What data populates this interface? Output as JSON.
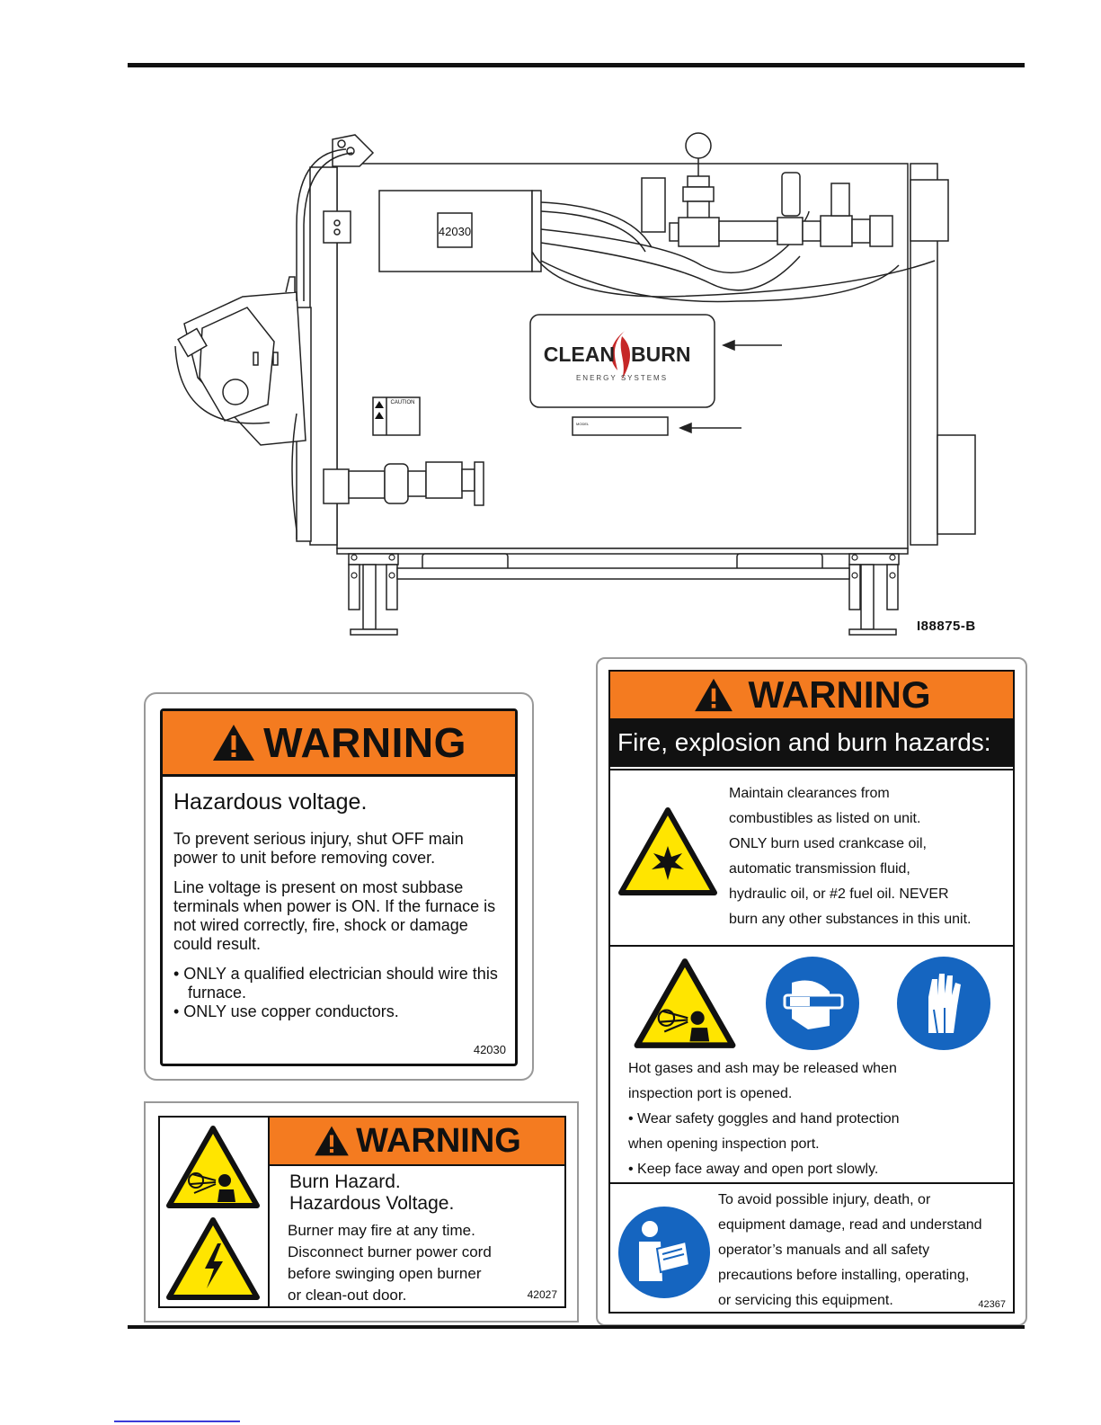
{
  "diagram": {
    "figure_id": "I88875-B",
    "decal_on_box": "42030",
    "logo_main_left": "CLEAN",
    "logo_main_right": "BURN",
    "logo_sub": "ENERGY SYSTEMS",
    "caution_decal": "CAUTION",
    "model_plate": "MODEL"
  },
  "label_hazardous_voltage": {
    "banner": "WARNING",
    "title": "Hazardous voltage.",
    "para1": "To prevent serious injury, shut OFF main power to unit before removing cover.",
    "para2": "Line voltage is present on most subbase terminals when power is ON. If the furnace is not wired correctly, fire, shock or damage could result.",
    "bullet1": "• ONLY a qualified electrician should wire this furnace.",
    "bullet2": "• ONLY use copper conductors.",
    "code": "42030"
  },
  "label_burn_hazard": {
    "banner": "WARNING",
    "title_line1": "Burn Hazard.",
    "title_line2": "Hazardous Voltage.",
    "line1": "Burner may fire at any time.",
    "line2": "Disconnect burner power cord",
    "line3": "before swinging open burner",
    "line4": "or clean-out door.",
    "code": "42027"
  },
  "label_fire_explosion": {
    "banner": "WARNING",
    "subtitle": "Fire, explosion and burn hazards:",
    "sec1_lines": [
      "Maintain clearances from",
      "combustibles as listed on unit.",
      "ONLY burn used crankcase oil,",
      "automatic transmission fluid,",
      "hydraulic oil, or #2 fuel oil.  NEVER",
      "burn any other substances in this unit."
    ],
    "sec2_lines": [
      "Hot gases and ash may be released when",
      "inspection port is opened.",
      "• Wear safety goggles and hand protection",
      "when opening inspection port.",
      "• Keep face away and open port slowly."
    ],
    "sec3_lines": [
      "To avoid possible injury, death, or",
      "equipment damage, read and understand",
      "operator’s manuals and all safety",
      "precautions before installing, operating,",
      "or servicing this equipment."
    ],
    "code": "42367"
  },
  "colors": {
    "warning_orange": "#f47b20",
    "hazard_yellow": "#ffe500",
    "mandatory_blue": "#1565c0"
  }
}
